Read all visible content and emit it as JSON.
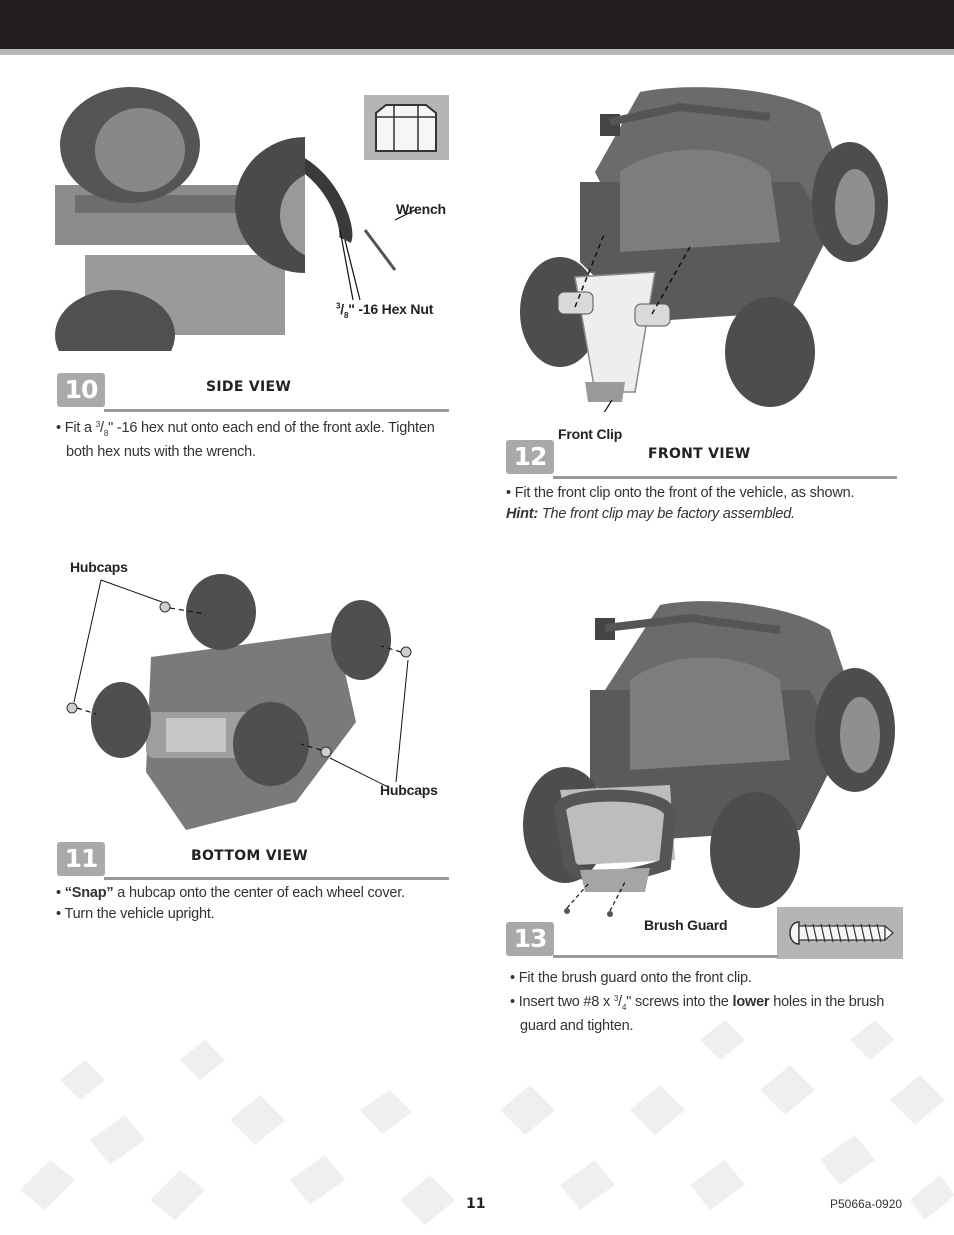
{
  "page_number": "11",
  "doc_code": "P5066a-0920",
  "steps": {
    "s10": {
      "number": "10",
      "view": "SIDE VIEW",
      "labels": {
        "wrench": "Wrench",
        "hex_nut_num": "3",
        "hex_nut_den": "8",
        "hex_nut_rest": "\" -16 Hex Nut"
      },
      "bullet1": {
        "pre": "Fit a ",
        "num": "3",
        "den": "8",
        "post": "\" -16 hex nut onto each end of the front axle. Tighten both hex nuts with the wrench."
      }
    },
    "s11": {
      "number": "11",
      "view": "BOTTOM VIEW",
      "labels": {
        "hubcaps_top": "Hubcaps",
        "hubcaps_bottom": "Hubcaps"
      },
      "bullet1": {
        "bold": "“Snap”",
        "rest": " a hubcap onto the center of each wheel cover."
      },
      "bullet2": "Turn the vehicle upright."
    },
    "s12": {
      "number": "12",
      "view": "FRONT VIEW",
      "labels": {
        "front_clip": "Front Clip"
      },
      "bullet1": "Fit the front clip onto the front of the vehicle, as shown.",
      "hint_label": "Hint:",
      "hint_text": " The front clip may be factory assembled."
    },
    "s13": {
      "number": "13",
      "labels": {
        "brush_guard": "Brush Guard"
      },
      "bullet1": "Fit the brush guard onto the front clip.",
      "bullet2": {
        "pre": "Insert two #8 x ",
        "num": "3",
        "den": "4",
        "mid": "\" screws into the ",
        "bold": "lower",
        "post": " holes in the brush guard and tighten."
      }
    }
  },
  "colors": {
    "topbar": "#231f20",
    "rule": "#9a9a9a",
    "badge": "#a9a9a9"
  }
}
